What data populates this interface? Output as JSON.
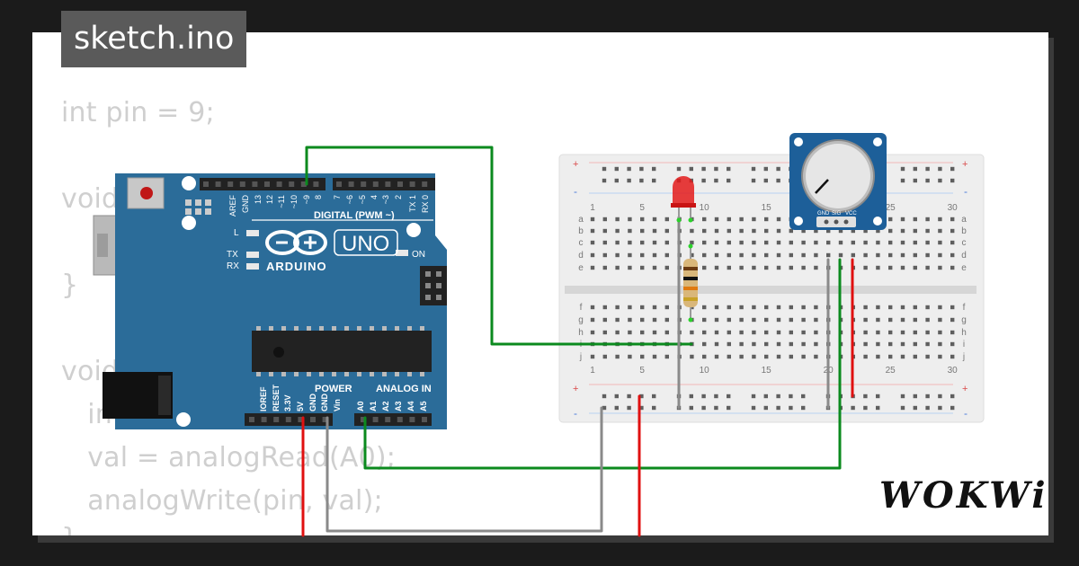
{
  "tab": {
    "filename": "sketch.ino"
  },
  "code": {
    "lines": [
      "int pin = 9;",
      "",
      "void",
      "",
      "}",
      "",
      "void",
      "   in",
      "   val = analogRead(A0);",
      "   analogWrite(pin, val);",
      "}"
    ]
  },
  "arduino": {
    "header_labels": [
      "AREF",
      "GND",
      "13",
      "12",
      "~11",
      "~10",
      "~9",
      "8",
      "7",
      "~6",
      "~5",
      "4",
      "~3",
      "2",
      "TX 1",
      "RX 0"
    ],
    "digital_label": "DIGITAL (PWM ~)",
    "model": "UNO",
    "brand": "ARDUINO",
    "led_l": "L",
    "led_tx": "TX",
    "led_rx": "RX",
    "led_on": "ON",
    "power_label": "POWER",
    "analog_label": "ANALOG IN",
    "power_pins": [
      "IOREF",
      "RESET",
      "3.3V",
      "5V",
      "GND",
      "GND",
      "Vin"
    ],
    "analog_pins": [
      "A0",
      "A1",
      "A2",
      "A3",
      "A4",
      "A5"
    ]
  },
  "breadboard": {
    "col_numbers": [
      "1",
      "5",
      "10",
      "15",
      "20",
      "25",
      "30"
    ],
    "rows_top": [
      "a",
      "b",
      "c",
      "d",
      "e"
    ],
    "rows_bottom": [
      "f",
      "g",
      "h",
      "i",
      "j"
    ],
    "rail_plus": "+",
    "rail_minus": "-"
  },
  "potentiometer": {
    "pins": [
      "GND",
      "SIG",
      "VCC"
    ]
  },
  "brand_logo": "WOKWi",
  "colors": {
    "arduino_board": "#2b6c99",
    "wire_green": "#0b8a1e",
    "wire_red": "#e01010",
    "wire_gray": "#8a8a8a",
    "led_red": "#e31b1b",
    "pot_blue": "#1d5f99"
  }
}
